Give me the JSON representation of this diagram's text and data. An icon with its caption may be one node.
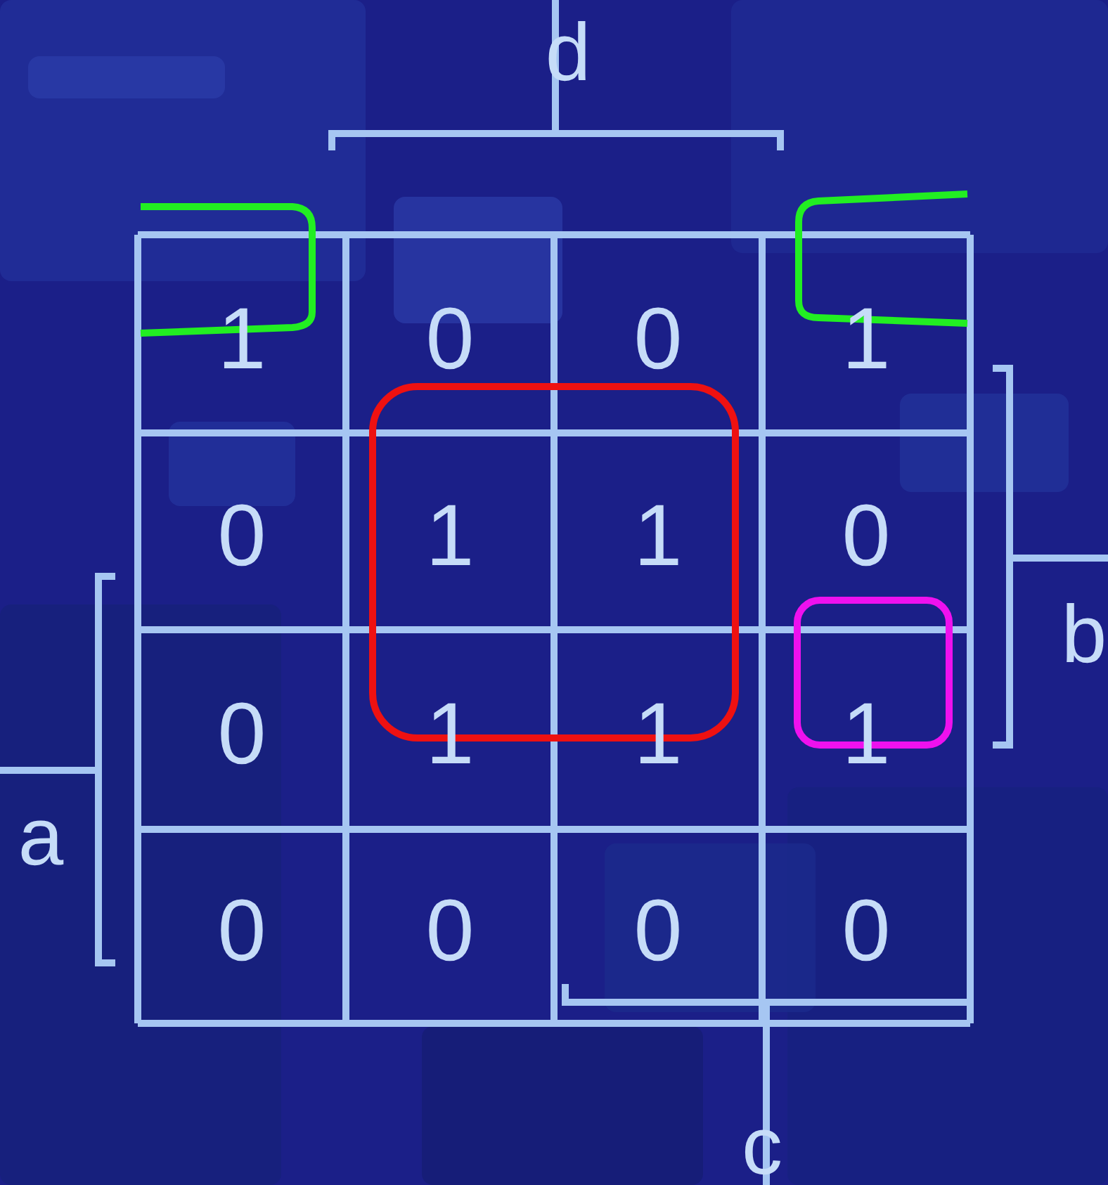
{
  "diagram": {
    "labels": [
      "d",
      "1",
      "0",
      "0",
      "1",
      "0",
      "1",
      "1",
      "0",
      "0",
      "1",
      "1",
      "1",
      "0",
      "0",
      "0",
      "0",
      "b",
      "a",
      "c"
    ]
  }
}
